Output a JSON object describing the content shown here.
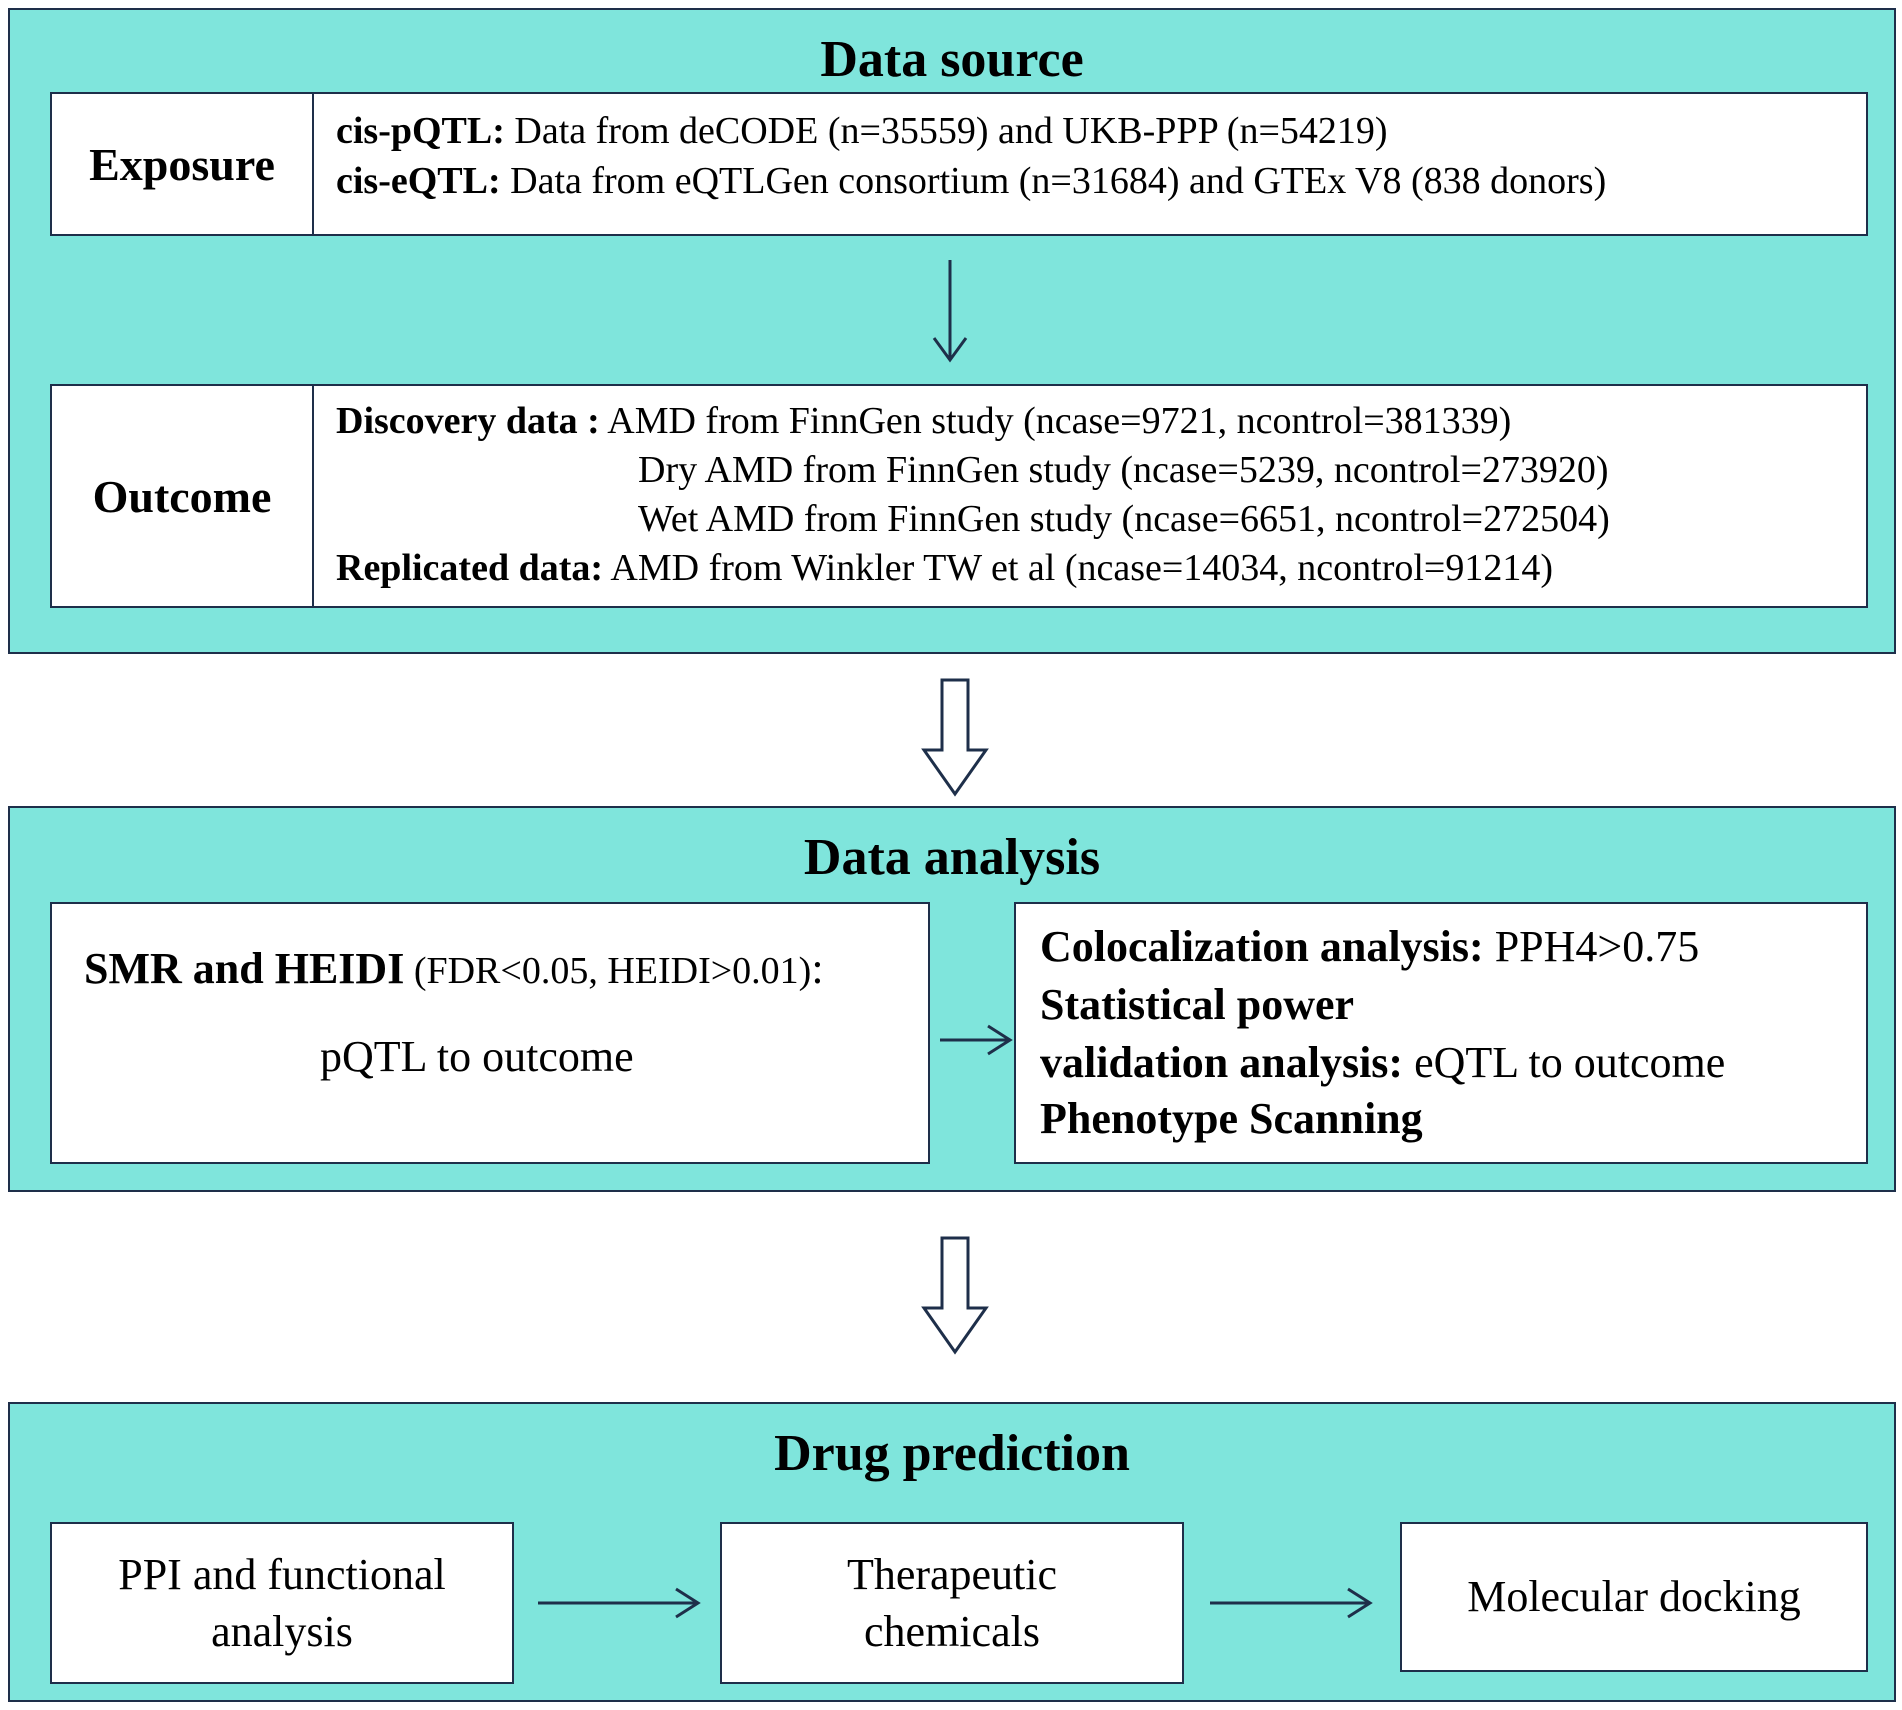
{
  "data_source": {
    "title": "Data source",
    "exposure": {
      "label": "Exposure",
      "lines": [
        {
          "bold": "cis-pQTL:",
          "text": " Data from deCODE (n=35559)  and UKB-PPP (n=54219)"
        },
        {
          "bold": "cis-eQTL:",
          "text": " Data from eQTLGen consortium (n=31684) and GTEx V8 (838 donors)"
        }
      ]
    },
    "outcome": {
      "label": "Outcome",
      "discovery_label": "Discovery data :",
      "discovery_lines": [
        "AMD from FinnGen study (ncase=9721, ncontrol=381339)",
        "Dry AMD  from FinnGen study (ncase=5239, ncontrol=273920)",
        "Wet AMD  from FinnGen study (ncase=6651, ncontrol=272504)"
      ],
      "replicated_label": "Replicated data:",
      "replicated_text": " AMD from Winkler TW et al (ncase=14034, ncontrol=91214)"
    }
  },
  "data_analysis": {
    "title": "Data analysis",
    "smr": {
      "bold": "SMR and HEIDI",
      "criteria": " (FDR<0.05, HEIDI>0.01)",
      "suffix": ":",
      "line2": "pQTL to outcome"
    },
    "right": {
      "coloc_bold": "Colocalization analysis:",
      "coloc_text": " PPH4>0.75",
      "power": "Statistical power",
      "validation_bold": "validation analysis:",
      "validation_text": " eQTL to  outcome",
      "phenotype": "Phenotype Scanning"
    }
  },
  "drug_prediction": {
    "title": "Drug prediction",
    "steps": [
      {
        "line1": "PPI and functional",
        "line2": "analysis"
      },
      {
        "line1": "Therapeutic",
        "line2": "chemicals"
      },
      {
        "line1": "Molecular docking",
        "line2": ""
      }
    ]
  },
  "colors": {
    "panel_fill": "#7fe5dc",
    "border": "#1e2f4a",
    "box_fill": "#ffffff"
  }
}
